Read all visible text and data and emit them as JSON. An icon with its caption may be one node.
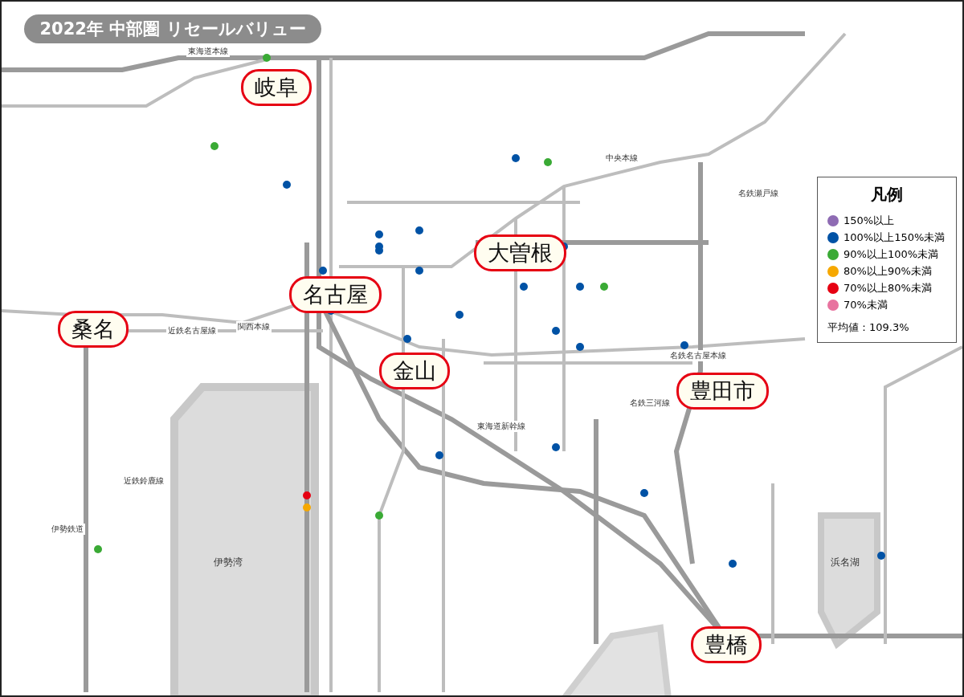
{
  "diagram": {
    "title": "2022年 中部圏 リセールバリュー",
    "nodes": [
      {
        "text": [
          "岐阜"
        ]
      },
      {
        "text": [
          "大曽根"
        ]
      },
      {
        "text": [
          "名古屋"
        ]
      },
      {
        "text": [
          "桑名"
        ]
      },
      {
        "text": [
          "金山"
        ]
      },
      {
        "text": [
          "豊田市"
        ]
      },
      {
        "text": [
          "豊橋"
        ]
      }
    ],
    "edges": [],
    "labels": [
      "東海道本線",
      "中央本線",
      "凡例",
      "名鉄瀬戸線",
      "関西本線",
      "近鉄名古屋線",
      "名鉄名古屋本線",
      "名鉄三河線",
      "東海道新幹線",
      "近鉄鈴鹿線",
      "伊勢鉄道",
      "伊勢湾",
      "浜名湖",
      "平均値：109.3%"
    ],
    "legend": [
      {
        "text": "150%以上",
        "color": "#8e6bb3"
      },
      {
        "text": "100%以上150%未満",
        "color": "#0052a5"
      },
      {
        "text": "90%以上100%未満",
        "color": "#3aaa35"
      },
      {
        "text": "80%以上90%未満",
        "color": "#f6a800"
      },
      {
        "text": "70%以上80%未満",
        "color": "#e60012"
      },
      {
        "text": "70%未満",
        "color": "#e8739f"
      }
    ]
  }
}
